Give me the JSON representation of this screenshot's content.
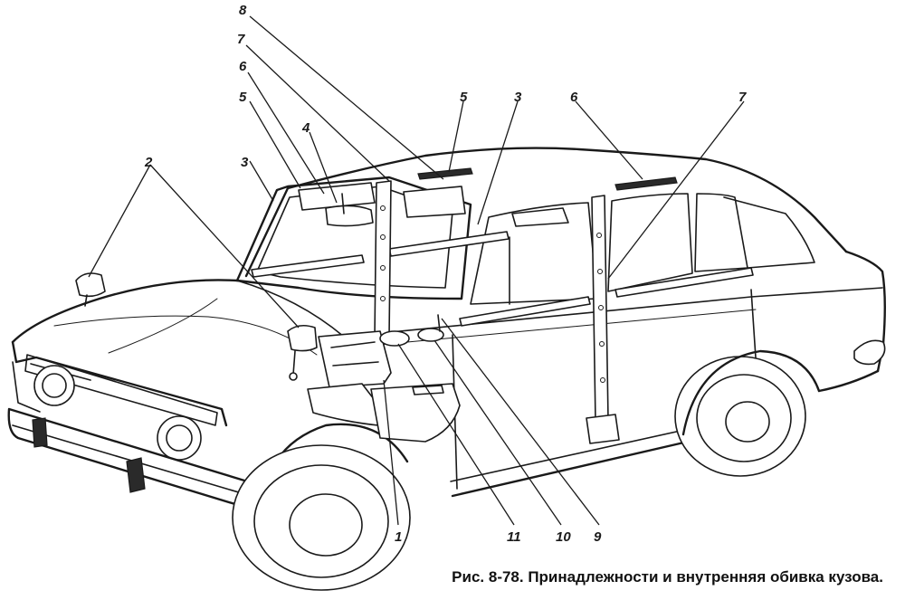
{
  "figure": {
    "caption": "Рис. 8-78. Принадлежности и внутренняя обивка кузова.",
    "ink_color": "#1a1a1a",
    "background_color": "#ffffff"
  },
  "callouts": [
    {
      "id": "c8a",
      "label": "8"
    },
    {
      "id": "c7a",
      "label": "7"
    },
    {
      "id": "c6a",
      "label": "6"
    },
    {
      "id": "c5a",
      "label": "5"
    },
    {
      "id": "c4",
      "label": "4"
    },
    {
      "id": "c3a",
      "label": "3"
    },
    {
      "id": "c2",
      "label": "2"
    },
    {
      "id": "c5b",
      "label": "5"
    },
    {
      "id": "c3b",
      "label": "3"
    },
    {
      "id": "c6b",
      "label": "6"
    },
    {
      "id": "c7b",
      "label": "7"
    },
    {
      "id": "c1",
      "label": "1"
    },
    {
      "id": "c11",
      "label": "11"
    },
    {
      "id": "c10",
      "label": "10"
    },
    {
      "id": "c9",
      "label": "9"
    }
  ]
}
